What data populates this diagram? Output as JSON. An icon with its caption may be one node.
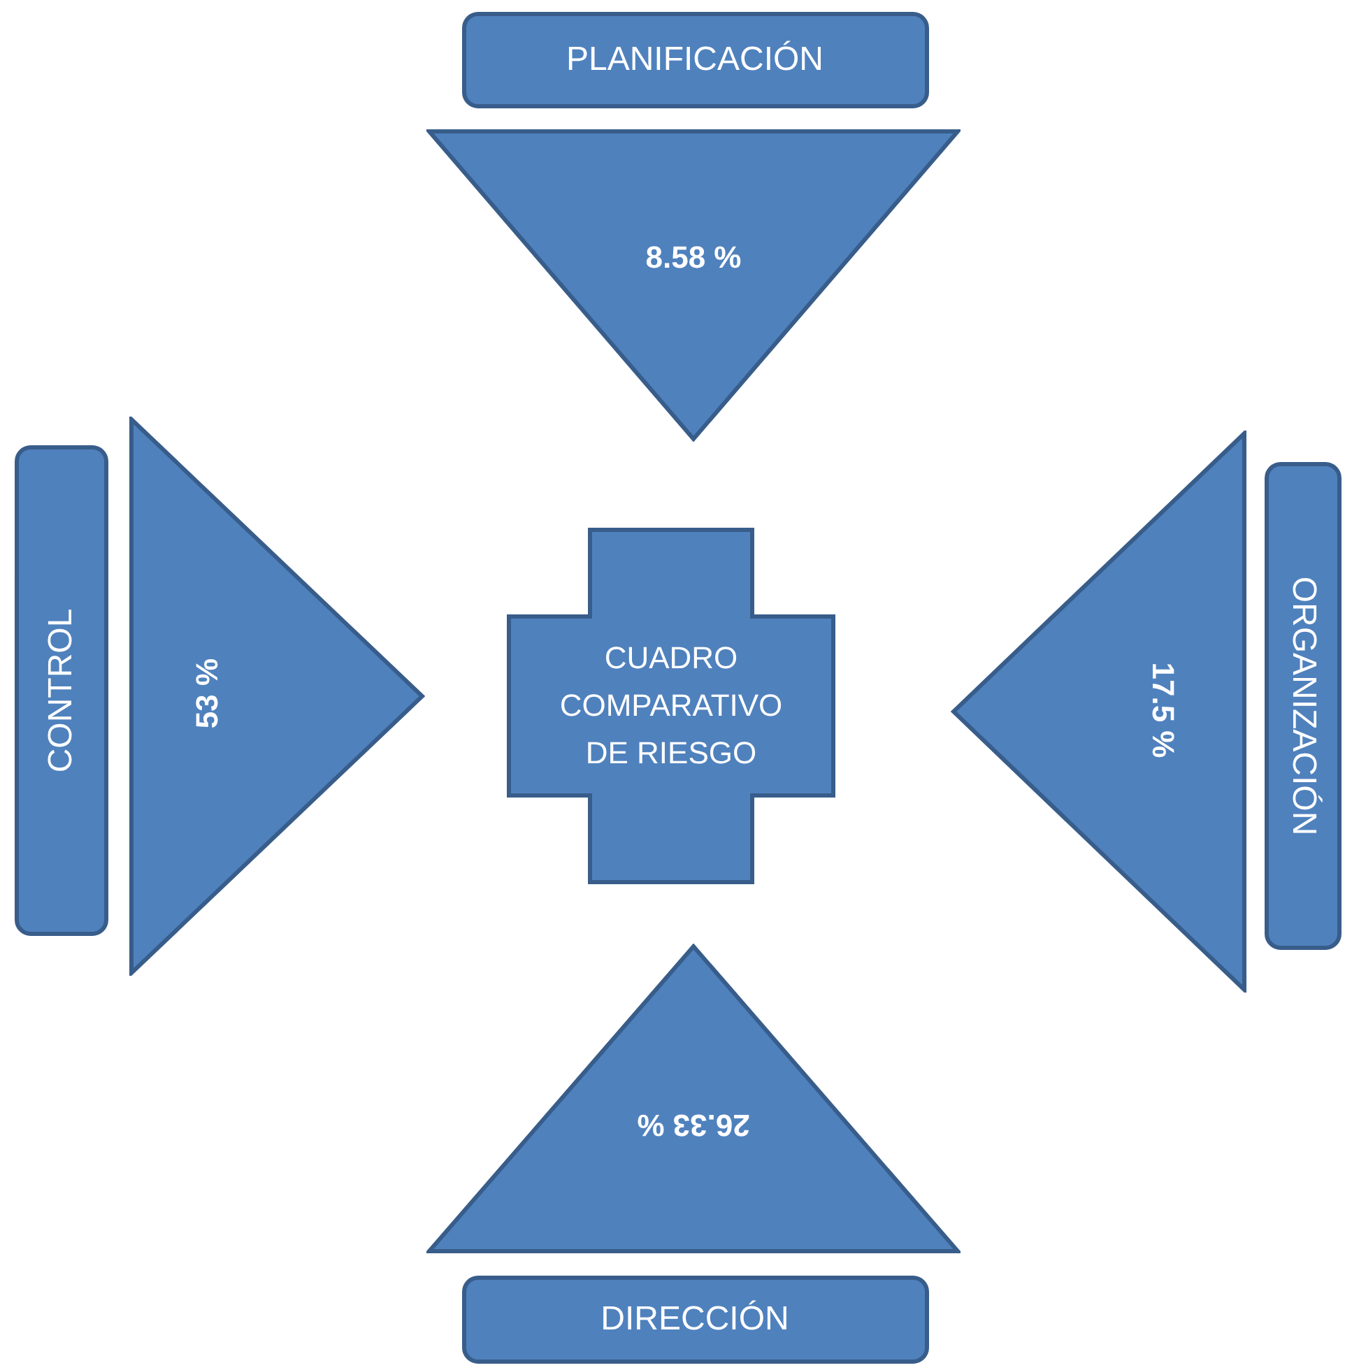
{
  "diagram": {
    "nodes": [
      {
        "text": [
          "PLANIFICACIÓN"
        ]
      },
      {
        "text": [
          "8.58 %"
        ]
      },
      {
        "text": [
          "CONTROL"
        ]
      },
      {
        "text": [
          "53 %"
        ]
      },
      {
        "text": [
          "CUADRO COMPARATIVO DE RIESGO"
        ]
      },
      {
        "text": [
          "17.5 %"
        ]
      },
      {
        "text": [
          "ORGANIZACIÓN"
        ]
      },
      {
        "text": [
          "26.33 %"
        ]
      },
      {
        "text": [
          "DIRECCIÓN"
        ]
      }
    ]
  }
}
